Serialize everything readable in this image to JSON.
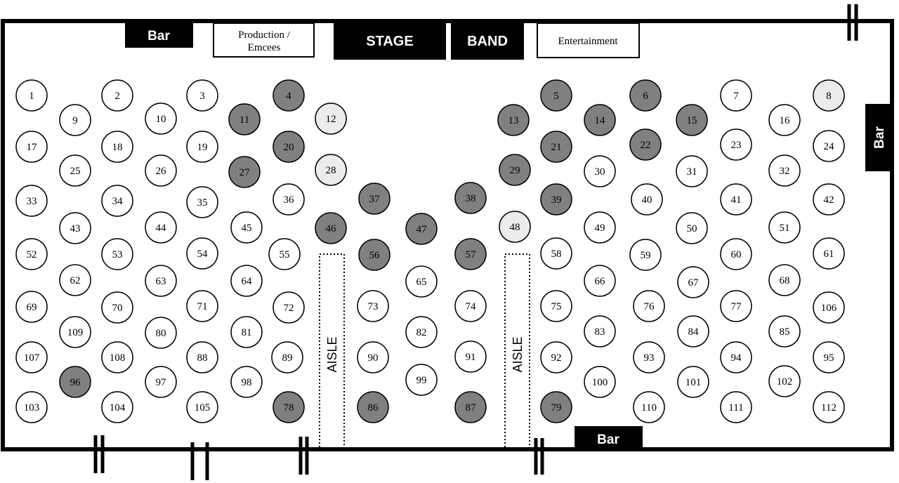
{
  "labels": {
    "bar_top": "Bar",
    "production_line1": "Production /",
    "production_line2": "Emcees",
    "stage": "STAGE",
    "band": "BAND",
    "entertainment": "Entertainment",
    "bar_right": "Bar",
    "bar_bottom": "Bar",
    "aisle_left": "AISLE",
    "aisle_right": "AISLE"
  },
  "colors": {
    "reserved": "#808080",
    "pending": "#ececec",
    "available": "#ffffff",
    "outline": "#000000"
  },
  "tables": [
    {
      "n": "1",
      "s": "a"
    },
    {
      "n": "2",
      "s": "a"
    },
    {
      "n": "3",
      "s": "a"
    },
    {
      "n": "4",
      "s": "r"
    },
    {
      "n": "5",
      "s": "r"
    },
    {
      "n": "6",
      "s": "r"
    },
    {
      "n": "7",
      "s": "a"
    },
    {
      "n": "8",
      "s": "p"
    },
    {
      "n": "9",
      "s": "a"
    },
    {
      "n": "10",
      "s": "a"
    },
    {
      "n": "11",
      "s": "r"
    },
    {
      "n": "12",
      "s": "p"
    },
    {
      "n": "13",
      "s": "r"
    },
    {
      "n": "14",
      "s": "r"
    },
    {
      "n": "15",
      "s": "r"
    },
    {
      "n": "16",
      "s": "a"
    },
    {
      "n": "17",
      "s": "a"
    },
    {
      "n": "18",
      "s": "a"
    },
    {
      "n": "19",
      "s": "a"
    },
    {
      "n": "20",
      "s": "r"
    },
    {
      "n": "21",
      "s": "r"
    },
    {
      "n": "22",
      "s": "r"
    },
    {
      "n": "23",
      "s": "a"
    },
    {
      "n": "24",
      "s": "a"
    },
    {
      "n": "25",
      "s": "a"
    },
    {
      "n": "26",
      "s": "a"
    },
    {
      "n": "27",
      "s": "r"
    },
    {
      "n": "28",
      "s": "p"
    },
    {
      "n": "29",
      "s": "r"
    },
    {
      "n": "30",
      "s": "a"
    },
    {
      "n": "31",
      "s": "a"
    },
    {
      "n": "32",
      "s": "a"
    },
    {
      "n": "33",
      "s": "a"
    },
    {
      "n": "34",
      "s": "a"
    },
    {
      "n": "35",
      "s": "a"
    },
    {
      "n": "36",
      "s": "a"
    },
    {
      "n": "37",
      "s": "r"
    },
    {
      "n": "38",
      "s": "r"
    },
    {
      "n": "39",
      "s": "r"
    },
    {
      "n": "40",
      "s": "a"
    },
    {
      "n": "41",
      "s": "a"
    },
    {
      "n": "42",
      "s": "a"
    },
    {
      "n": "43",
      "s": "a"
    },
    {
      "n": "44",
      "s": "a"
    },
    {
      "n": "45",
      "s": "a"
    },
    {
      "n": "46",
      "s": "r"
    },
    {
      "n": "47",
      "s": "r"
    },
    {
      "n": "48",
      "s": "p"
    },
    {
      "n": "49",
      "s": "a"
    },
    {
      "n": "50",
      "s": "a"
    },
    {
      "n": "51",
      "s": "a"
    },
    {
      "n": "52",
      "s": "a"
    },
    {
      "n": "53",
      "s": "a"
    },
    {
      "n": "54",
      "s": "a"
    },
    {
      "n": "55",
      "s": "a"
    },
    {
      "n": "56",
      "s": "r"
    },
    {
      "n": "57",
      "s": "r"
    },
    {
      "n": "58",
      "s": "a"
    },
    {
      "n": "59",
      "s": "a"
    },
    {
      "n": "60",
      "s": "a"
    },
    {
      "n": "61",
      "s": "a"
    },
    {
      "n": "62",
      "s": "a"
    },
    {
      "n": "63",
      "s": "a"
    },
    {
      "n": "64",
      "s": "a"
    },
    {
      "n": "65",
      "s": "a"
    },
    {
      "n": "66",
      "s": "a"
    },
    {
      "n": "67",
      "s": "a"
    },
    {
      "n": "68",
      "s": "a"
    },
    {
      "n": "69",
      "s": "a"
    },
    {
      "n": "70",
      "s": "a"
    },
    {
      "n": "71",
      "s": "a"
    },
    {
      "n": "72",
      "s": "a"
    },
    {
      "n": "73",
      "s": "a"
    },
    {
      "n": "74",
      "s": "a"
    },
    {
      "n": "75",
      "s": "a"
    },
    {
      "n": "76",
      "s": "a"
    },
    {
      "n": "77",
      "s": "a"
    },
    {
      "n": "106",
      "s": "a"
    },
    {
      "n": "109",
      "s": "a"
    },
    {
      "n": "80",
      "s": "a"
    },
    {
      "n": "81",
      "s": "a"
    },
    {
      "n": "82",
      "s": "a"
    },
    {
      "n": "83",
      "s": "a"
    },
    {
      "n": "84",
      "s": "a"
    },
    {
      "n": "85",
      "s": "a"
    },
    {
      "n": "107",
      "s": "a"
    },
    {
      "n": "108",
      "s": "a"
    },
    {
      "n": "88",
      "s": "a"
    },
    {
      "n": "89",
      "s": "a"
    },
    {
      "n": "90",
      "s": "a"
    },
    {
      "n": "91",
      "s": "a"
    },
    {
      "n": "92",
      "s": "a"
    },
    {
      "n": "93",
      "s": "a"
    },
    {
      "n": "94",
      "s": "a"
    },
    {
      "n": "95",
      "s": "a"
    },
    {
      "n": "96",
      "s": "r"
    },
    {
      "n": "97",
      "s": "a"
    },
    {
      "n": "98",
      "s": "a"
    },
    {
      "n": "99",
      "s": "a"
    },
    {
      "n": "100",
      "s": "a"
    },
    {
      "n": "101",
      "s": "a"
    },
    {
      "n": "102",
      "s": "a"
    },
    {
      "n": "103",
      "s": "a"
    },
    {
      "n": "104",
      "s": "a"
    },
    {
      "n": "105",
      "s": "a"
    },
    {
      "n": "78",
      "s": "r"
    },
    {
      "n": "86",
      "s": "r"
    },
    {
      "n": "87",
      "s": "r"
    },
    {
      "n": "79",
      "s": "r"
    },
    {
      "n": "110",
      "s": "a"
    },
    {
      "n": "111",
      "s": "a"
    },
    {
      "n": "112",
      "s": "a"
    }
  ]
}
